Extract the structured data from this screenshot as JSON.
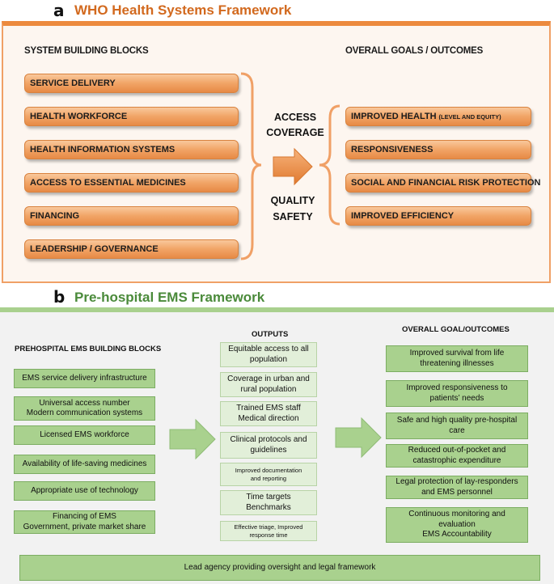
{
  "panel_a": {
    "letter": "a",
    "title": "WHO Health Systems Framework",
    "left_heading": "SYSTEM BUILDING BLOCKS",
    "right_heading": "OVERALL GOALS / OUTCOMES",
    "building_blocks": [
      "SERVICE DELIVERY",
      "HEALTH WORKFORCE",
      "HEALTH INFORMATION SYSTEMS",
      "ACCESS TO ESSENTIAL MEDICINES",
      "FINANCING",
      "LEADERSHIP / GOVERNANCE"
    ],
    "middle_top": [
      "ACCESS",
      "COVERAGE"
    ],
    "middle_bottom": [
      "QUALITY",
      "SAFETY"
    ],
    "goals": [
      {
        "main": "IMPROVED HEALTH",
        "sub": "(LEVEL AND EQUITY)"
      },
      {
        "main": "RESPONSIVENESS",
        "sub": ""
      },
      {
        "main": "SOCIAL AND FINANCIAL RISK PROTECTION",
        "sub": ""
      },
      {
        "main": "IMPROVED EFFICIENCY",
        "sub": ""
      }
    ],
    "colors": {
      "accent": "#ec8a3e",
      "box": "#f1a466",
      "title": "#d2691e"
    }
  },
  "panel_b": {
    "letter": "b",
    "title": "Pre-hospital EMS Framework",
    "left_heading": "PREHOSPITAL EMS BUILDING BLOCKS",
    "middle_heading": "OUTPUTS",
    "right_heading": "OVERALL GOAL/OUTCOMES",
    "building_blocks": [
      [
        "EMS service delivery infrastructure"
      ],
      [
        "Universal access number",
        "Modern communication systems"
      ],
      [
        "Licensed EMS workforce"
      ],
      [
        "Availability of life-saving medicines"
      ],
      [
        "Appropriate use of technology"
      ],
      [
        "Financing of EMS",
        "Government, private market share"
      ]
    ],
    "outputs": [
      [
        "Equitable access to all",
        "population"
      ],
      [
        "Coverage in urban and",
        "rural population"
      ],
      [
        "Trained EMS staff",
        "Medical direction"
      ],
      [
        "Clinical protocols and",
        "guidelines"
      ],
      [
        "Improved documentation",
        "and reporting"
      ],
      [
        "Time targets",
        "Benchmarks"
      ],
      [
        "Effective triage, Improved",
        "response time"
      ]
    ],
    "outcomes": [
      [
        "Improved survival from life",
        "threatening illnesses"
      ],
      [
        "Improved responsiveness to",
        "patients’ needs"
      ],
      [
        "Safe and high quality pre-hospital",
        "care"
      ],
      [
        "Reduced out-of-pocket and",
        "catastrophic expenditure"
      ],
      [
        "Legal protection of lay-responders",
        "and EMS personnel"
      ],
      [
        "Continuous monitoring and",
        "evaluation",
        "EMS Accountability"
      ]
    ],
    "bottom_bar": "Lead agency providing oversight and legal framework",
    "colors": {
      "accent": "#a9d08e",
      "title": "#4a8a3a",
      "output_box": "#e2efd9"
    }
  }
}
